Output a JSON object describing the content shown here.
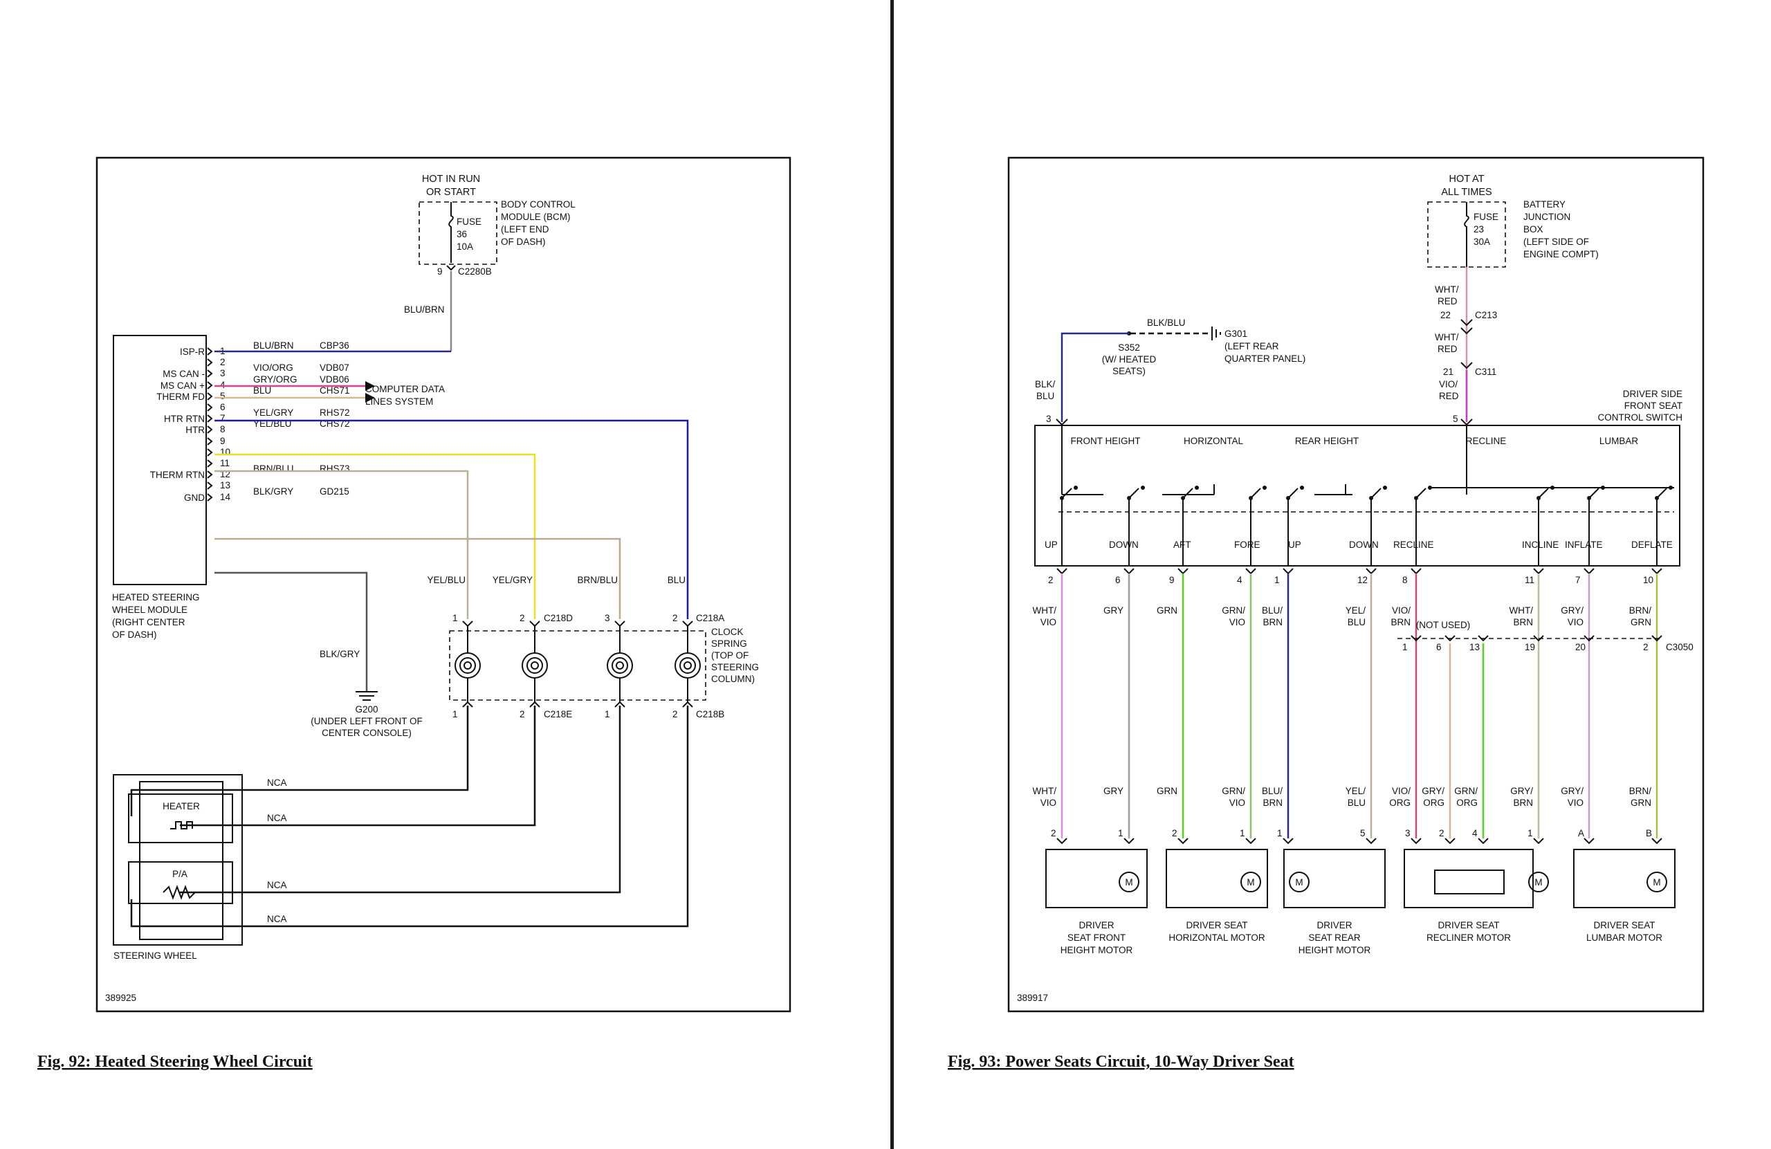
{
  "left": {
    "caption": "Fig. 92: Heated Steering Wheel Circuit",
    "figure_id": "389925",
    "hot_label": [
      "HOT IN RUN",
      "OR START"
    ],
    "fuse": [
      "FUSE",
      "36",
      "10A"
    ],
    "bcm": [
      "BODY CONTROL",
      "MODULE (BCM)",
      "(LEFT END",
      "OF DASH)"
    ],
    "fuse_pin": "9",
    "fuse_conn": "C2280B",
    "wire_blu_brn": "BLU/BRN",
    "module_pins": [
      {
        "pin": "1",
        "label": "ISP-R",
        "color": "BLU/BRN",
        "circuit": "CBP36"
      },
      {
        "pin": "2",
        "label": "",
        "color": "",
        "circuit": ""
      },
      {
        "pin": "3",
        "label": "MS CAN -",
        "color": "VIO/ORG",
        "circuit": "VDB07"
      },
      {
        "pin": "4",
        "label": "MS CAN +",
        "color": "GRY/ORG",
        "circuit": "VDB06"
      },
      {
        "pin": "5",
        "label": "THERM FD",
        "color": "BLU",
        "circuit": "CHS71"
      },
      {
        "pin": "6",
        "label": "",
        "color": "",
        "circuit": ""
      },
      {
        "pin": "7",
        "label": "HTR RTN",
        "color": "YEL/GRY",
        "circuit": "RHS72"
      },
      {
        "pin": "8",
        "label": "HTR",
        "color": "YEL/BLU",
        "circuit": "CHS72"
      },
      {
        "pin": "9",
        "label": "",
        "color": "",
        "circuit": ""
      },
      {
        "pin": "10",
        "label": "",
        "color": "",
        "circuit": ""
      },
      {
        "pin": "11",
        "label": "",
        "color": "",
        "circuit": ""
      },
      {
        "pin": "12",
        "label": "THERM RTN",
        "color": "BRN/BLU",
        "circuit": "RHS73"
      },
      {
        "pin": "13",
        "label": "",
        "color": "",
        "circuit": ""
      },
      {
        "pin": "14",
        "label": "GND",
        "color": "BLK/GRY",
        "circuit": "GD215"
      }
    ],
    "computer_data": [
      "COMPUTER DATA",
      "LINES SYSTEM"
    ],
    "module_name": [
      "HEATED STEERING",
      "WHEEL MODULE",
      "(RIGHT CENTER",
      "OF DASH)"
    ],
    "wire_blk_gry": "BLK/GRY",
    "ground": [
      "G200",
      "(UNDER LEFT FRONT OF",
      "CENTER CONSOLE)"
    ],
    "clock_wires": [
      "YEL/BLU",
      "YEL/GRY",
      "BRN/BLU",
      "BLU"
    ],
    "clock_top_pins": [
      "1",
      "2",
      "3",
      "2"
    ],
    "clock_top_conn": [
      "C218D",
      "C218A"
    ],
    "clock_bot_pins": [
      "1",
      "2",
      "1",
      "2"
    ],
    "clock_bot_conn": [
      "C218E",
      "C218B"
    ],
    "clock_spring": [
      "CLOCK",
      "SPRING",
      "(TOP OF",
      "STEERING",
      "COLUMN)"
    ],
    "nca": "NCA",
    "heater": "HEATER",
    "pia": "P/A",
    "steering_wheel": "STEERING WHEEL"
  },
  "right": {
    "caption": "Fig. 93: Power Seats Circuit, 10-Way Driver Seat",
    "figure_id": "389917",
    "hot_label": [
      "HOT AT",
      "ALL TIMES"
    ],
    "fuse": [
      "FUSE",
      "23",
      "30A"
    ],
    "bjb": [
      "BATTERY",
      "JUNCTION",
      "BOX",
      "(LEFT SIDE OF",
      "ENGINE COMPT)"
    ],
    "wht_red": [
      "WHT/",
      "RED"
    ],
    "c213": [
      "22",
      "C213"
    ],
    "c311": [
      "21",
      "C311"
    ],
    "vio_red": [
      "VIO/",
      "RED"
    ],
    "blk_blu_top": "BLK/BLU",
    "g301": [
      "G301",
      "(LEFT REAR",
      "QUARTER PANEL)"
    ],
    "s352": [
      "S352",
      "(W/ HEATED",
      "SEATS)"
    ],
    "blk_blu_side": [
      "BLK/",
      "BLU"
    ],
    "pin3": "3",
    "pin5": "5",
    "switch_name": [
      "DRIVER SIDE",
      "FRONT SEAT",
      "CONTROL SWITCH"
    ],
    "top_labels": [
      "FRONT HEIGHT",
      "HORIZONTAL",
      "REAR HEIGHT",
      "RECLINE",
      "LUMBAR"
    ],
    "bottom_labels": [
      "UP",
      "DOWN",
      "AFT",
      "FORE",
      "UP",
      "DOWN",
      "RECLINE",
      "INCLINE",
      "INFLATE",
      "DEFLATE"
    ],
    "switch_pins": [
      "2",
      "6",
      "9",
      "4",
      "1",
      "12",
      "8",
      "11",
      "7",
      "10"
    ],
    "upper_colors": [
      [
        "WHT/",
        "VIO"
      ],
      [
        "GRY",
        ""
      ],
      [
        "GRN",
        ""
      ],
      [
        "GRN/",
        "VIO"
      ],
      [
        "BLU/",
        "BRN"
      ],
      [
        "YEL/",
        "BLU"
      ],
      [
        "VIO/",
        "BRN"
      ],
      [
        "WHT/",
        "BRN"
      ],
      [
        "GRY/",
        "VIO"
      ],
      [
        "BRN/",
        "GRN"
      ]
    ],
    "not_used": "(NOT USED)",
    "c3050_pins": [
      "1",
      "6",
      "13",
      "19",
      "20",
      "2"
    ],
    "c3050": "C3050",
    "lower_colors": [
      [
        "WHT/",
        "VIO"
      ],
      [
        "GRY",
        ""
      ],
      [
        "GRN",
        ""
      ],
      [
        "GRN/",
        "VIO"
      ],
      [
        "BLU/",
        "BRN"
      ],
      [
        "YEL/",
        "BLU"
      ],
      [
        "VIO/",
        "ORG"
      ],
      [
        "GRY/",
        "ORG"
      ],
      [
        "GRN/",
        "ORG"
      ],
      [
        "GRY/",
        "BRN"
      ],
      [
        "GRY/",
        "VIO"
      ],
      [
        "BRN/",
        "GRN"
      ]
    ],
    "motor_pins": [
      "2",
      "1",
      "2",
      "1",
      "1",
      "5",
      "3",
      "2",
      "4",
      "1",
      "A",
      "B"
    ],
    "motors": [
      [
        "DRIVER",
        "SEAT FRONT",
        "HEIGHT MOTOR"
      ],
      [
        "DRIVER SEAT",
        "HORIZONTAL MOTOR"
      ],
      [
        "DRIVER",
        "SEAT REAR",
        "HEIGHT MOTOR"
      ],
      [
        "DRIVER SEAT",
        "RECLINER MOTOR"
      ],
      [
        "DRIVER SEAT",
        "LUMBAR MOTOR"
      ]
    ],
    "motor_symbol": "M"
  },
  "colors": {
    "blu_brn": "#2a2a8a",
    "vio_org": "#e0408a",
    "gry_org": "#d8b88a",
    "blu": "#1a1ab0",
    "yel_gry": "#e8e020",
    "yel_blu": "#b8b090",
    "brn_blu": "#c0a890",
    "blk": "#111111",
    "wht_vio": "#e088e0",
    "gry": "#a0a0a0",
    "grn": "#58d020",
    "grn_vio": "#90c060",
    "vio_brn": "#c84878",
    "wht_brn": "#c8b8a0",
    "gry_vio": "#c0a0c8",
    "brn_grn": "#a8c040",
    "wht_red": "#d890b0",
    "vio_red": "#c040c0"
  }
}
